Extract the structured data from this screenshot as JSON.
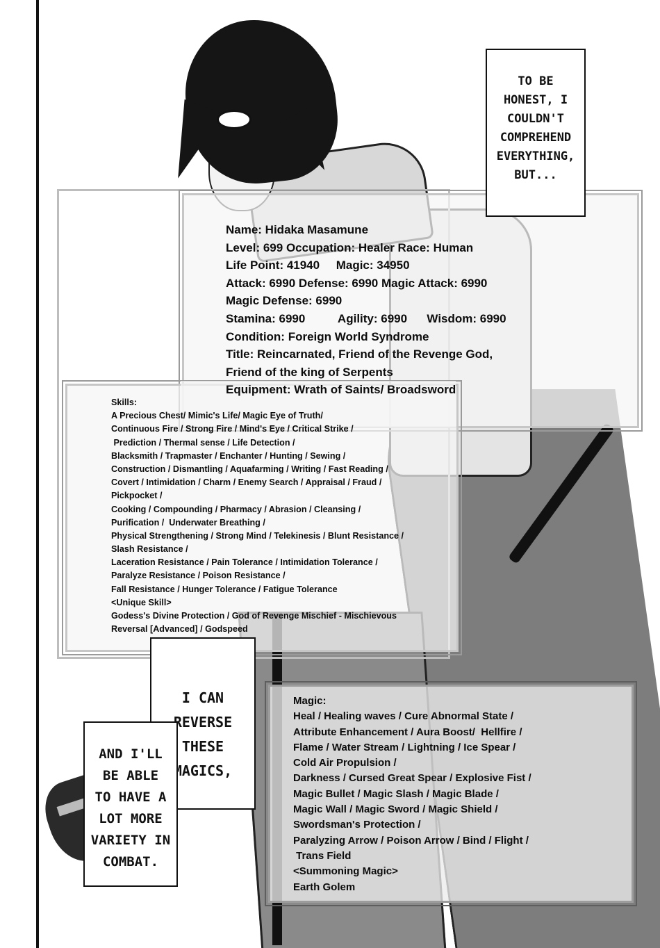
{
  "captions": {
    "top": [
      "TO BE",
      "HONEST, I",
      "COULDN'T",
      "COMPREHEND",
      "EVERYTHING,",
      "BUT..."
    ],
    "middle": [
      "I CAN",
      "REVERSE",
      "THESE",
      "MAGICS,"
    ],
    "lower": [
      "AND I'LL",
      "BE ABLE",
      "TO HAVE A",
      "LOT MORE",
      "VARIETY IN",
      "COMBAT."
    ]
  },
  "status": [
    "Name: Hidaka Masamune",
    "Level: 699  Occupation: Healer  Race: Human",
    "Life Point: 41940     Magic: 34950",
    "Attack: 6990 Defense: 6990 Magic Attack: 6990",
    "Magic Defense: 6990",
    "Stamina: 6990          Agility: 6990      Wisdom: 6990",
    "Condition: Foreign World Syndrome",
    "Title: Reincarnated, Friend of the Revenge God,",
    "Friend of the king of Serpents",
    "Equipment: Wrath of Saints/ Broadsword"
  ],
  "skills": [
    "Skills:",
    "A Precious Chest/ Mimic's Life/ Magic Eye of Truth/",
    "Continuous Fire / Strong Fire / Mind's Eye / Critical Strike /",
    " Prediction / Thermal sense / Life Detection /",
    "Blacksmith / Trapmaster / Enchanter / Hunting / Sewing /",
    "Construction / Dismantling / Aquafarming / Writing / Fast Reading /",
    "Covert / Intimidation / Charm / Enemy Search / Appraisal / Fraud /",
    "Pickpocket /",
    "Cooking / Compounding / Pharmacy / Abrasion / Cleansing /",
    "Purification /  Underwater Breathing /",
    "Physical Strengthening / Strong Mind / Telekinesis / Blunt Resistance /",
    "Slash Resistance /",
    "Laceration Resistance / Pain Tolerance / Intimidation Tolerance /",
    "Paralyze Resistance / Poison Resistance /",
    "Fall Resistance / Hunger Tolerance / Fatigue Tolerance",
    "<Unique Skill>",
    "Godess's Divine Protection / God of Revenge Mischief - Mischievous",
    "Reversal [Advanced] / Godspeed"
  ],
  "magic": [
    "Magic:",
    "Heal / Healing waves / Cure Abnormal State /",
    "Attribute Enhancement / Aura Boost/  Hellfire /",
    "Flame / Water Stream / Lightning / Ice Spear /",
    "Cold Air Propulsion /",
    "Darkness / Cursed Great Spear / Explosive Fist /",
    "Magic Bullet / Magic Slash / Magic Blade /",
    "Magic Wall / Magic Sword / Magic Shield /",
    "Swordsman's Protection /",
    "Paralyzing Arrow / Poison Arrow / Bind / Flight /",
    " Trans Field",
    "<Summoning Magic>",
    "Earth Golem"
  ]
}
